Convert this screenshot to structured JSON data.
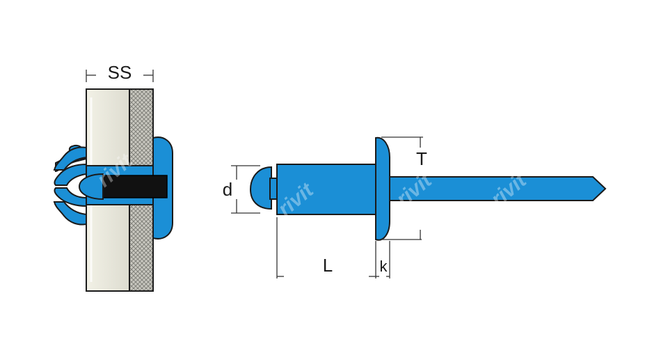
{
  "labels": {
    "ss": "SS",
    "d": "d",
    "t": "T",
    "l": "L",
    "k": "k"
  },
  "watermark": "rivit",
  "colors": {
    "rivet_blue": "#1b8fd6",
    "sheet_light": "#e9e8dc",
    "sheet_hatch": "#b5b5ae",
    "mandrel_black": "#111111",
    "outline": "#1a1a1a"
  }
}
